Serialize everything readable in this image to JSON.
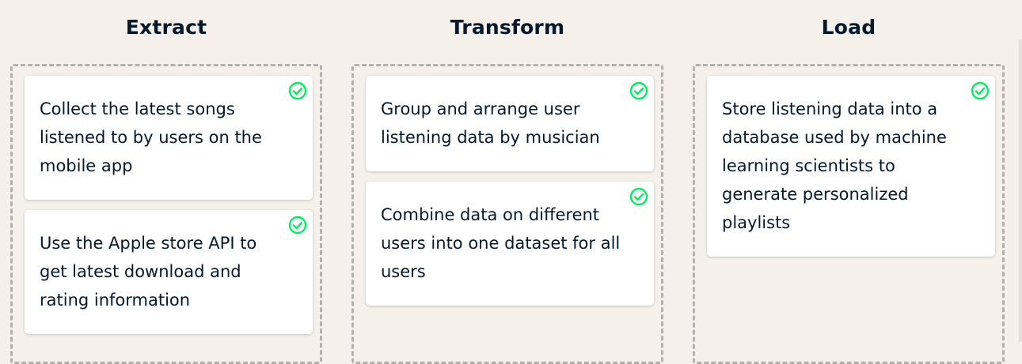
{
  "columns": [
    {
      "title": "Extract",
      "cards": [
        "Collect the latest songs listened to by users on the mobile app",
        "Use the Apple store API to get latest download and rating information"
      ]
    },
    {
      "title": "Transform",
      "cards": [
        "Group and arrange user listening data by musician",
        "Combine data on different users into one dataset for all users"
      ]
    },
    {
      "title": "Load",
      "cards": [
        "Store listening data into a database used by machine learning scientists to generate personalized playlists"
      ]
    }
  ],
  "colors": {
    "background": "#f5f1ea",
    "text": "#05192d",
    "check": "#03ef62",
    "dashed_border": "#b4b1ac"
  },
  "icons": {
    "card_status": "check-circle-icon"
  }
}
